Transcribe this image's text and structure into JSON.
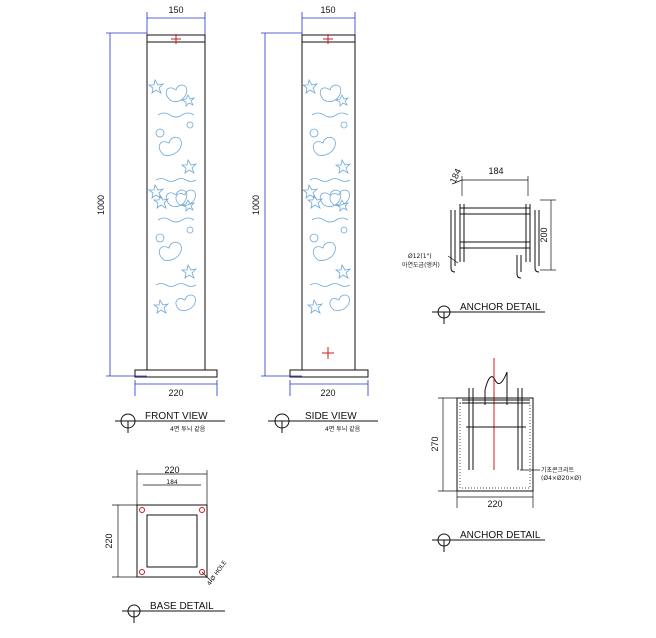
{
  "front": {
    "width": "150",
    "height": "1000",
    "base": "220",
    "title": "FRONT VIEW",
    "note": "4면 투늬 같음"
  },
  "side": {
    "width": "150",
    "height": "1000",
    "base": "220",
    "title": "SIDE VIEW",
    "note": "4면 투늬 같음"
  },
  "anchor1": {
    "top": "184",
    "small": "184",
    "height": "200",
    "rod": "Ø12(1\")",
    "rod_note": "아연도금(앵커)",
    "title": "ANCHOR DETAIL"
  },
  "anchor2": {
    "height": "270",
    "base": "220",
    "note1": "기초콘크리트",
    "note2": "(Ø4×Ø20×Ø)",
    "title": "ANCHOR DETAIL"
  },
  "base": {
    "outer": "220",
    "inner": "184",
    "height": "220",
    "hole": "4-Ø HOLE",
    "title": "BASE DETAIL"
  }
}
